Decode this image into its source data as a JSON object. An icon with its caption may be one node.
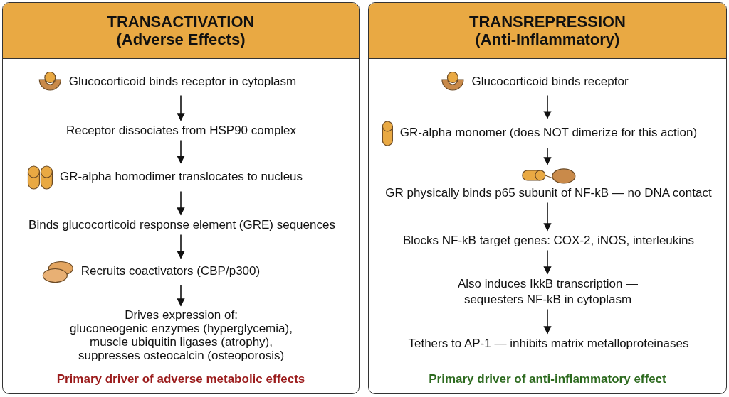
{
  "diagram": {
    "nodes": [
      {
        "text": [
          "TRANSACTIVATION (Adverse Effects)",
          "Primary driver of adverse metabolic effects"
        ]
      },
      {
        "text": [
          "Glucocorticoid binds receptor in cytoplasm"
        ],
        "in": 0
      },
      {
        "text": [
          "Receptor dissociates from HSP90 complex"
        ],
        "in": 0
      },
      {
        "text": [
          "GR-alpha homodimer translocates to nucleus"
        ],
        "in": 0
      },
      {
        "text": [
          "Binds glucocorticoid response element (GRE) sequences"
        ],
        "in": 0
      },
      {
        "text": [
          "Recruits coactivators (CBP/p300)"
        ],
        "in": 0
      },
      {
        "text": [
          "Drives expression of:",
          "gluconeogenic enzymes (hyperglycemia), muscle ubiquitin ligases (atrophy), suppresses osteocalcin (osteoporosis)"
        ],
        "in": 0
      },
      {
        "text": [
          "TRANSREPRESSION (Anti-Inflammatory)",
          "Primary driver of anti-inflammatory effect"
        ]
      },
      {
        "text": [
          "Glucocorticoid binds receptor"
        ],
        "in": 7
      },
      {
        "text": [
          "GR-alpha monomer (does NOT dimerize for this action)"
        ],
        "in": 7
      },
      {
        "text": [
          "GR physically binds p65 subunit of NF-kB — no DNA contact"
        ],
        "in": 7
      },
      {
        "text": [
          "Blocks NF-kB target genes: COX-2, iNOS, interleukins"
        ],
        "in": 7
      },
      {
        "text": [
          "Also induces IkkB transcription — sequesters NF-kB in cytoplasm"
        ],
        "in": 7
      },
      {
        "text": [
          "Tethers to AP-1 — inhibits matrix metalloproteinases"
        ],
        "in": 7
      }
    ],
    "edges": [
      {
        "from": 1,
        "to": 2,
        "arrow": "to"
      },
      {
        "from": 2,
        "to": 3,
        "arrow": "to"
      },
      {
        "from": 3,
        "to": 4,
        "arrow": "to"
      },
      {
        "from": 4,
        "to": 5,
        "arrow": "to"
      },
      {
        "from": 5,
        "to": 6,
        "arrow": "to"
      },
      {
        "from": 8,
        "to": 9,
        "arrow": "to"
      },
      {
        "from": 9,
        "to": 10,
        "arrow": "to"
      },
      {
        "from": 10,
        "to": 11,
        "arrow": "to"
      },
      {
        "from": 11,
        "to": 12,
        "arrow": "to"
      },
      {
        "from": 12,
        "to": 13,
        "arrow": "to"
      }
    ]
  }
}
